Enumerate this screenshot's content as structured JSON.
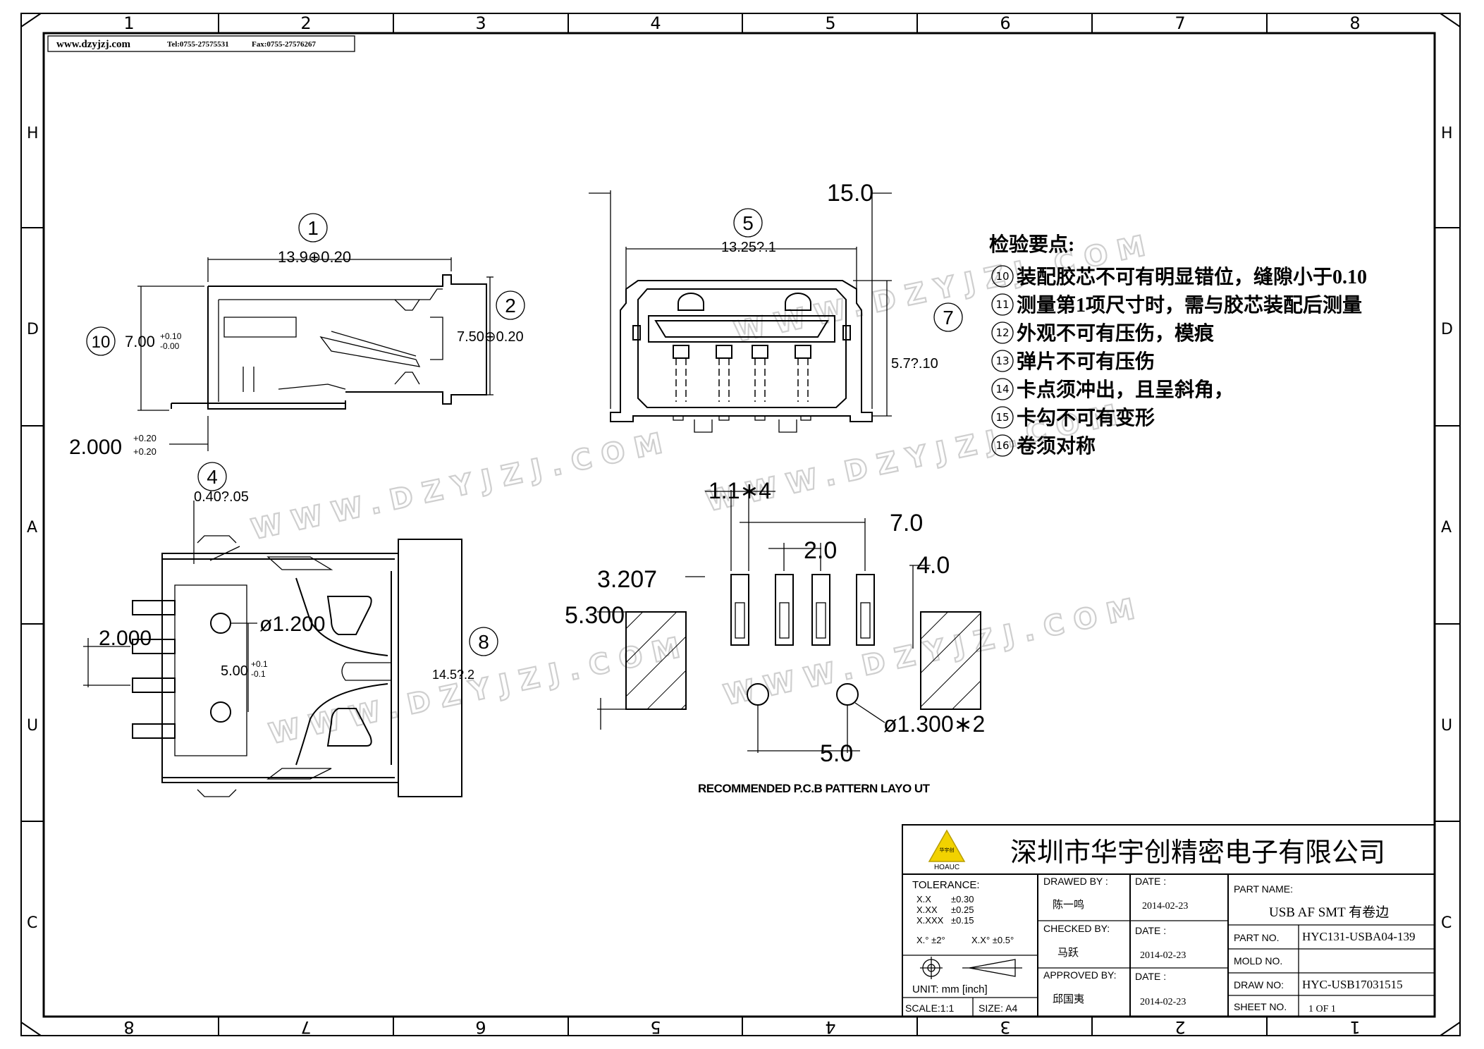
{
  "header": {
    "website": "www.dzyjzj.com",
    "phone": "Tel:0755-27575531",
    "fax": "Fax:0755-27576267"
  },
  "frame": {
    "cols_top": [
      "1",
      "2",
      "3",
      "4",
      "5",
      "6",
      "7",
      "8"
    ],
    "cols_bottom": [
      "8",
      "7",
      "6",
      "5",
      "4",
      "3",
      "2",
      "1"
    ],
    "rows_left": [
      "H",
      "D",
      "A",
      "U",
      "C"
    ],
    "rows_right": [
      "H",
      "D",
      "A",
      "U",
      "C"
    ]
  },
  "watermark": "WWW.DZYJZJ.COM",
  "side_view": {
    "circle1": "1",
    "circle2": "2",
    "circle10": "10",
    "dim_length": "13.9⊕0.20",
    "dim_height": "7.00",
    "dim_height_tol_plus": "+0.10",
    "dim_height_tol_minus": "-0.00",
    "dim_right": "7.50⊕0.20",
    "dim_bottom": "2.000",
    "dim_bottom_tol_plus": "+0.20",
    "dim_bottom_tol_minus": "+0.20"
  },
  "front_view": {
    "circle5": "5",
    "circle7": "7",
    "dim_overall": "15.0",
    "dim_inner": "13.25?.1",
    "dim_height": "5.7?.10"
  },
  "top_view": {
    "circle4": "4",
    "circle8": "8",
    "dim_thickness": "0.40?.05",
    "dim_hole": "ø1.200",
    "dim_pitch": "2.000",
    "dim_spacing": "5.00",
    "dim_spacing_tol_plus": "+0.1",
    "dim_spacing_tol_minus": "-0.1",
    "dim_length": "14.5?.2"
  },
  "pcb": {
    "dim_pad_width": "1.1∗4",
    "dim_span": "7.0",
    "dim_pitch": "2.0",
    "dim_offset": "3.207",
    "dim_pad_height": "5.300",
    "dim_pad_len": "4.0",
    "dim_holes": "ø1.300∗2",
    "dim_hole_pitch": "5.0",
    "caption": "RECOMMENDED P.C.B PATTERN LAYO UT"
  },
  "notes": {
    "title": "检验要点:",
    "items": [
      {
        "num": "10",
        "text": "装配胶芯不可有明显错位，缝隙小于0.10"
      },
      {
        "num": "11",
        "text": "测量第1项尺寸时，需与胶芯装配后测量"
      },
      {
        "num": "12",
        "text": "外观不可有压伤，模痕"
      },
      {
        "num": "13",
        "text": "弹片不可有压伤"
      },
      {
        "num": "14",
        "text": " 卡点须冲出，且呈斜角，"
      },
      {
        "num": "15",
        "text": "卡勾不可有变形"
      },
      {
        "num": "16",
        "text": "卷须对称"
      }
    ]
  },
  "title_block": {
    "company": "深圳市华宇创精密电子有限公司",
    "logo_text": "HOAUC",
    "logo_mark": "华宇创",
    "tolerance_label": "TOLERANCE:",
    "tol_x": "X.X",
    "tol_x_val": "±0.30",
    "tol_xx": "X.XX",
    "tol_xx_val": "±0.25",
    "tol_xxx": "X.XXX",
    "tol_xxx_val": "±0.15",
    "tol_angle1": "X.° ±2°",
    "tol_angle2": "X.X° ±0.5°",
    "unit": "UNIT:  mm  [inch]",
    "scale": "SCALE:1:1",
    "size": "SIZE: A4",
    "drawn_by_label": "DRAWED BY :",
    "drawn_by": "陈一鸣",
    "checked_by_label": "CHECKED BY:",
    "checked_by": "马跃",
    "approved_by_label": "APPROVED BY:",
    "approved_by": "邱国夷",
    "date_label": "DATE :",
    "date1": "2014-02-23",
    "date2": "2014-02-23",
    "date3": "2014-02-23",
    "part_name_label": "PART NAME:",
    "part_name": "USB AF SMT  有卷边",
    "part_no_label": "PART NO.",
    "part_no": "HYC131-USBA04-139",
    "mold_no_label": "MOLD NO.",
    "mold_no": "",
    "draw_no_label": "DRAW NO:",
    "draw_no": "HYC-USB17031515",
    "sheet_no_label": "SHEET NO.",
    "sheet_no": "1 OF 1"
  }
}
